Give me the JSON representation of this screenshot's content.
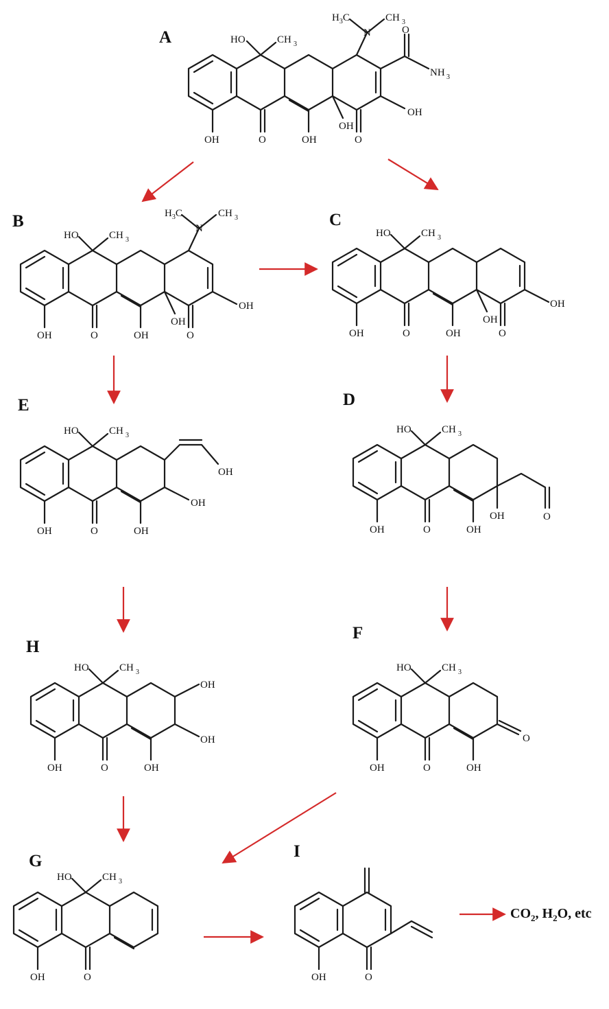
{
  "compounds": [
    {
      "id": "A",
      "label": "A",
      "groups": {
        "oh_top": "HO",
        "ch3_top": "CH",
        "ch3_top_sub": "3",
        "n": "N",
        "h3c": "H",
        "h3c_sub": "3",
        "h3c_c": "C",
        "ch3_n": "CH",
        "ch3_n_sub": "3",
        "o_amide": "O",
        "nh3": "NH",
        "nh3_sub": "3",
        "oh_side": "OH",
        "oh1": "OH",
        "o1": "O",
        "oh2": "OH",
        "oh3": "OH",
        "o2": "O"
      }
    },
    {
      "id": "B",
      "label": "B",
      "groups": {
        "oh_top": "HO",
        "ch3_top": "CH",
        "ch3_top_sub": "3",
        "n": "N",
        "h3c": "H",
        "h3c_sub": "3",
        "h3c_c": "C",
        "ch3_n": "CH",
        "ch3_n_sub": "3",
        "oh_side": "OH",
        "oh1": "OH",
        "o1": "O",
        "oh2": "OH",
        "oh3": "OH",
        "o2": "O"
      }
    },
    {
      "id": "C",
      "label": "C",
      "groups": {
        "oh_top": "HO",
        "ch3_top": "CH",
        "ch3_top_sub": "3",
        "oh_side": "OH",
        "oh1": "OH",
        "o1": "O",
        "oh2": "OH",
        "oh3": "OH",
        "o2": "O"
      }
    },
    {
      "id": "E",
      "label": "E",
      "groups": {
        "oh_top": "HO",
        "ch3_top": "CH",
        "ch3_top_sub": "3",
        "oh_chain": "OH",
        "oh_ring": "OH",
        "oh1": "OH",
        "o1": "O",
        "oh2": "OH"
      }
    },
    {
      "id": "D",
      "label": "D",
      "groups": {
        "oh_top": "HO",
        "ch3_top": "CH",
        "ch3_top_sub": "3",
        "oh_ring": "OH",
        "o_ald": "O",
        "oh1": "OH",
        "o1": "O",
        "oh2": "OH"
      }
    },
    {
      "id": "H",
      "label": "H",
      "groups": {
        "oh_top": "HO",
        "ch3_top": "CH",
        "ch3_top_sub": "3",
        "oh_r1": "OH",
        "oh_r2": "OH",
        "oh1": "OH",
        "o1": "O",
        "oh2": "OH"
      }
    },
    {
      "id": "F",
      "label": "F",
      "groups": {
        "oh_top": "HO",
        "ch3_top": "CH",
        "ch3_top_sub": "3",
        "o_ket": "O",
        "oh1": "OH",
        "o1": "O",
        "oh2": "OH"
      }
    },
    {
      "id": "G",
      "label": "G",
      "groups": {
        "oh_top": "HO",
        "ch3_top": "CH",
        "ch3_top_sub": "3",
        "oh1": "OH",
        "o1": "O"
      }
    },
    {
      "id": "I",
      "label": "I",
      "groups": {
        "oh1": "OH",
        "o1": "O"
      }
    }
  ],
  "final_products": {
    "co": "CO",
    "co_sub": "2",
    "sep1": ", H",
    "h_sub": "2",
    "rest": "O, etc"
  },
  "arrow_color": "#d42a2a",
  "edges": [
    {
      "from": "A",
      "to": "B"
    },
    {
      "from": "A",
      "to": "C"
    },
    {
      "from": "B",
      "to": "C"
    },
    {
      "from": "B",
      "to": "E"
    },
    {
      "from": "C",
      "to": "D"
    },
    {
      "from": "E",
      "to": "H"
    },
    {
      "from": "D",
      "to": "F"
    },
    {
      "from": "H",
      "to": "G"
    },
    {
      "from": "F",
      "to": "G"
    },
    {
      "from": "G",
      "to": "I"
    },
    {
      "from": "I",
      "to": "products"
    }
  ]
}
